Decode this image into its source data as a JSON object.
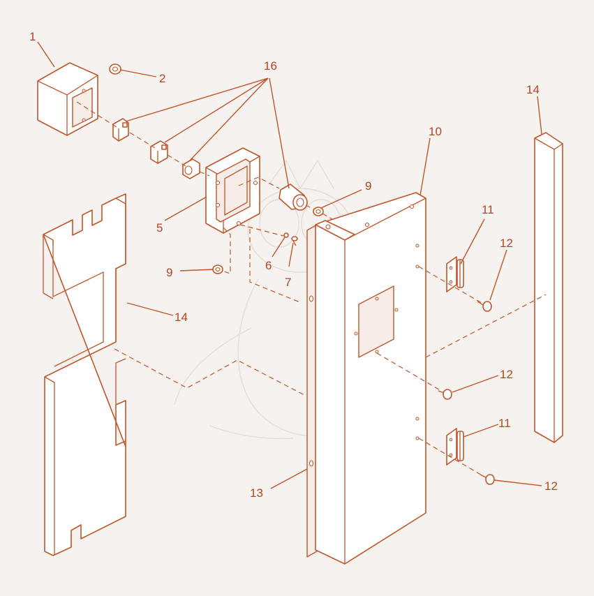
{
  "diagram": {
    "background": "#f6f2ef",
    "line_color": "#c2552a",
    "callouts": {
      "c1": "1",
      "c2": "2",
      "c5": "5",
      "c6": "6",
      "c7": "7",
      "c9a": "9",
      "c9b": "9",
      "c10": "10",
      "c11a": "11",
      "c11b": "11",
      "c12a": "12",
      "c12b": "12",
      "c12c": "12",
      "c13": "13",
      "c14a": "14",
      "c14b": "14",
      "c16": "16"
    }
  }
}
